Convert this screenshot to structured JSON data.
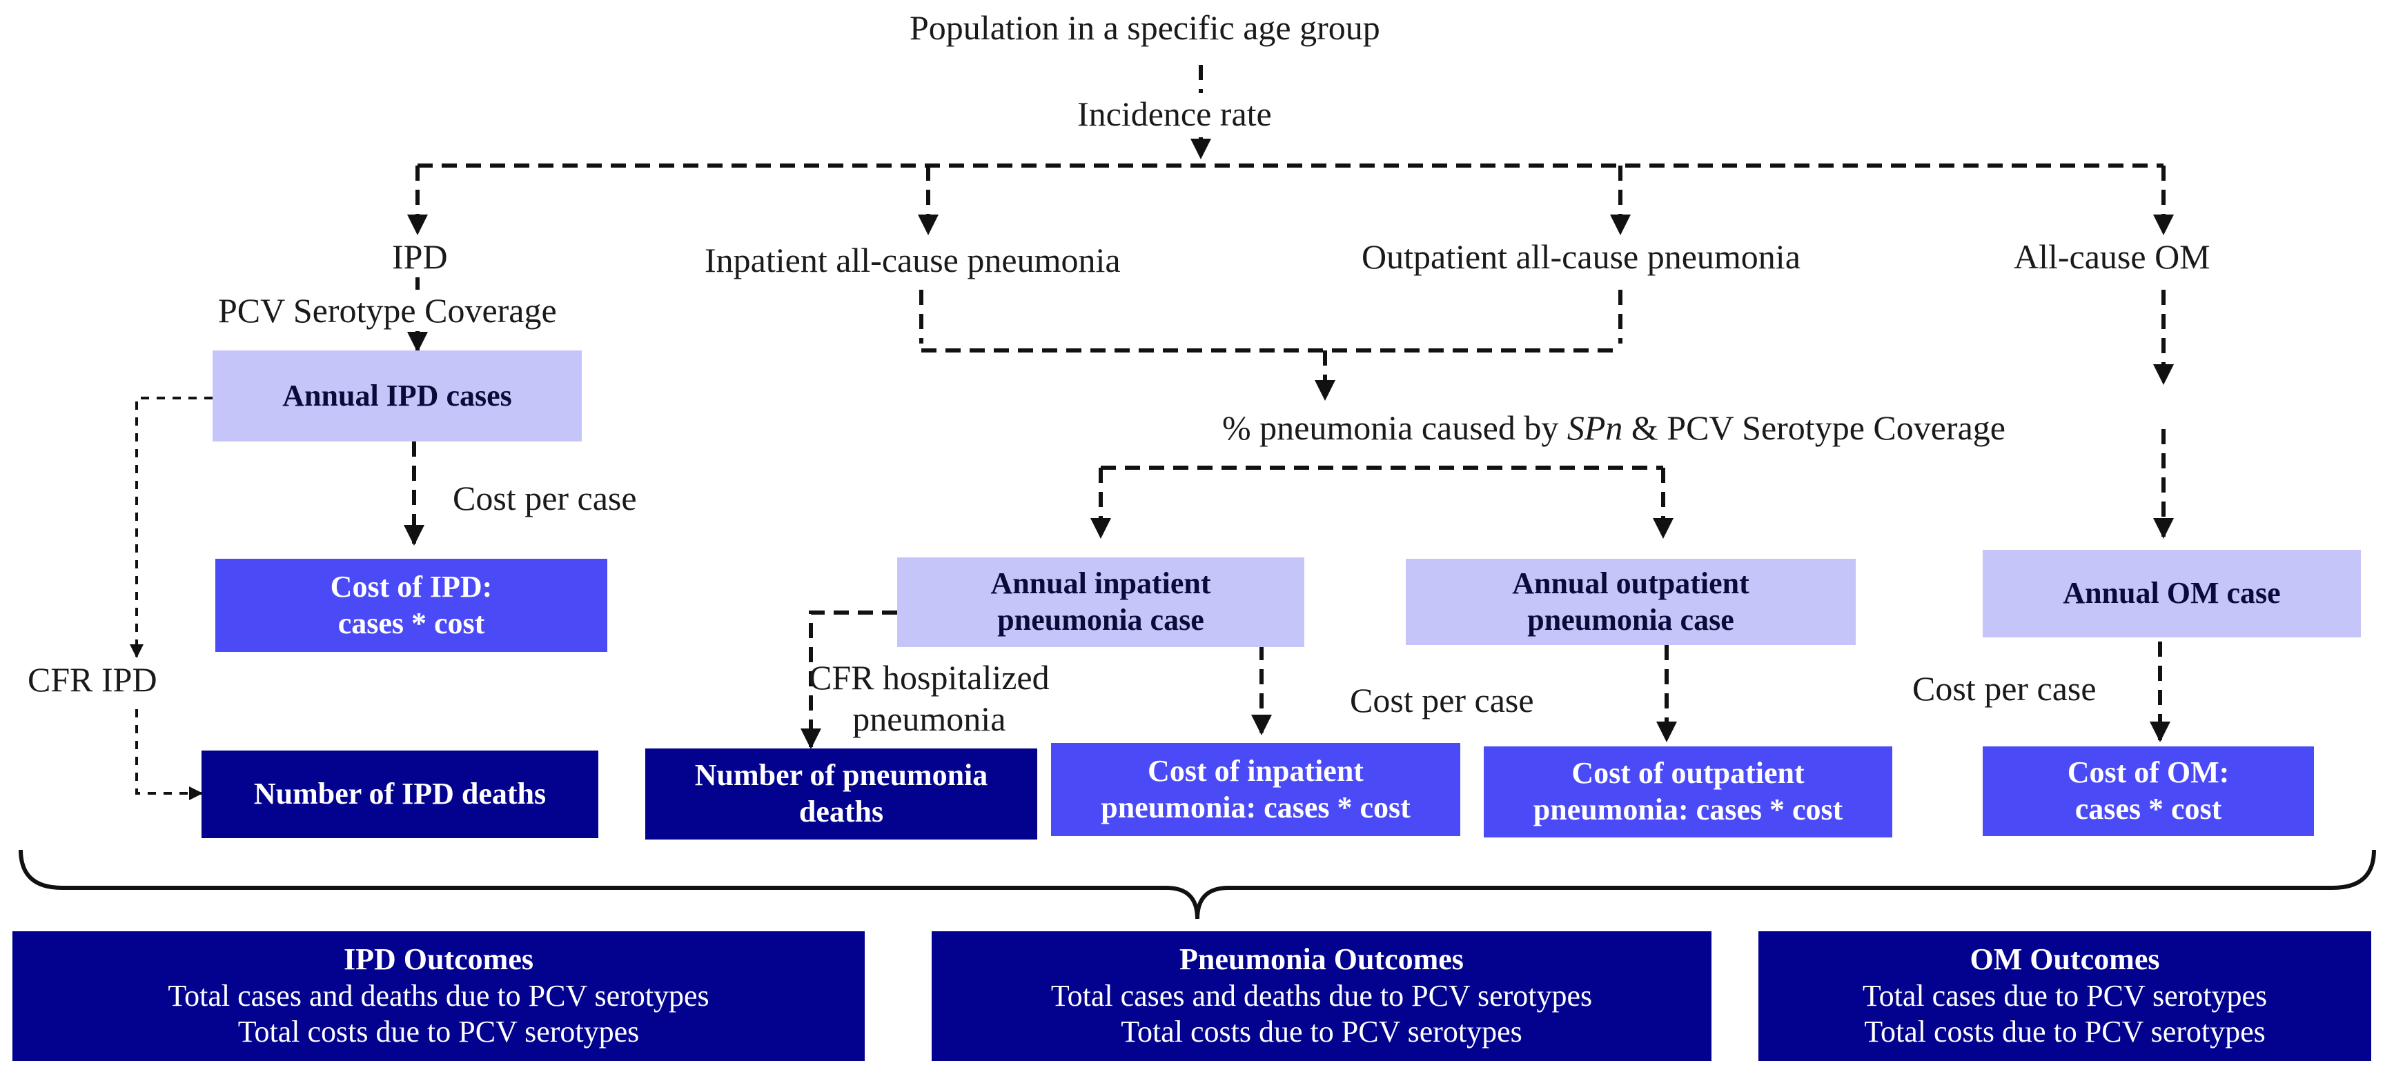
{
  "nodes": {
    "population": "Population in a specific age group",
    "incidence_rate": "Incidence rate",
    "ipd": "IPD",
    "inpatient_pneumonia": "Inpatient all-cause pneumonia",
    "outpatient_pneumonia": "Outpatient all-cause pneumonia",
    "all_cause_om": "All-cause OM",
    "pcv_serotype_coverage": "PCV Serotype Coverage",
    "annual_ipd_cases": "Annual IPD cases",
    "cost_per_case_ipd": "Cost per case",
    "cost_of_ipd_line1": "Cost of IPD:",
    "cost_of_ipd_line2": "cases * cost",
    "cfr_ipd": "CFR IPD",
    "number_of_ipd_deaths": "Number of IPD deaths",
    "pct_pneumonia_prefix": "% pneumonia caused by ",
    "pct_pneumonia_italic": "SPn",
    "pct_pneumonia_suffix": " & PCV Serotype Coverage",
    "annual_inpatient_line1": "Annual inpatient",
    "annual_inpatient_line2": "pneumonia case",
    "annual_outpatient_line1": "Annual outpatient",
    "annual_outpatient_line2": "pneumonia case",
    "cfr_hosp_line1": "CFR hospitalized",
    "cfr_hosp_line2": "pneumonia",
    "number_pneumonia_deaths_line1": "Number of pneumonia",
    "number_pneumonia_deaths_line2": "deaths",
    "cost_per_case_pneumonia": "Cost per case",
    "cost_inpatient_line1": "Cost of inpatient",
    "cost_inpatient_line2": "pneumonia: cases * cost",
    "cost_outpatient_line1": "Cost of outpatient",
    "cost_outpatient_line2": "pneumonia: cases * cost",
    "annual_om_case": "Annual OM case",
    "cost_per_case_om": "Cost per case",
    "cost_of_om_line1": "Cost of OM:",
    "cost_of_om_line2": "cases * cost"
  },
  "outcomes": {
    "ipd": {
      "title": "IPD Outcomes",
      "line1": "Total cases and deaths due to PCV serotypes",
      "line2": "Total costs due to PCV serotypes"
    },
    "pneumonia": {
      "title": "Pneumonia Outcomes",
      "line1": "Total cases and deaths due to PCV serotypes",
      "line2": "Total costs due to PCV serotypes"
    },
    "om": {
      "title": "OM Outcomes",
      "line1": "Total cases due to PCV serotypes",
      "line2": "Total costs due to PCV serotypes"
    }
  },
  "colors": {
    "light_box": "#c5c5fa",
    "medium_box": "#4a4af6",
    "dark_box": "#02028f",
    "connector": "#111111"
  }
}
